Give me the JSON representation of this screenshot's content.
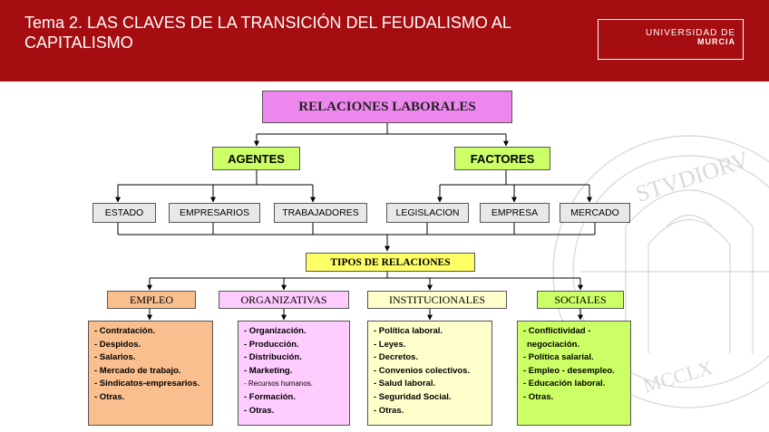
{
  "header": {
    "title_line1": "Tema 2. LAS CLAVES DE LA TRANSICIÓN DEL FEUDALISMO AL",
    "title_line2": "CAPITALISMO",
    "logo_line1": "UNIVERSIDAD DE",
    "logo_line2": "MURCIA"
  },
  "diagram": {
    "root": "RELACIONES LABORALES",
    "agentes": "AGENTES",
    "factores": "FACTORES",
    "agentes_items": [
      "ESTADO",
      "EMPRESARIOS",
      "TRABAJADORES"
    ],
    "factores_items": [
      "LEGISLACION",
      "EMPRESA",
      "MERCADO"
    ],
    "tipos": "TIPOS DE RELACIONES",
    "categories": [
      "EMPLEO",
      "ORGANIZATIVAS",
      "INSTITUCIONALES",
      "SOCIALES"
    ],
    "empleo_items": [
      "- Contratación.",
      "- Despidos.",
      "- Salarios.",
      "- Mercado de trabajo.",
      "- Sindicatos-empresarios.",
      "- Otras."
    ],
    "organizativas_items": [
      "- Organización.",
      "- Producción.",
      "- Distribución.",
      "- Marketing.",
      "- Recursos humanos.",
      "- Formación.",
      "- Otras."
    ],
    "institucionales_items": [
      "- Política laboral.",
      "- Leyes.",
      "- Decretos.",
      "- Convenios colectivos.",
      "- Salud laboral.",
      "- Seguridad Social.",
      "- Otras."
    ],
    "sociales_items": [
      "- Conflictividad -",
      "negociación.",
      "- Política salarial.",
      "- Empleo - desempleo.",
      "- Educación laboral.",
      "- Otras."
    ]
  },
  "colors": {
    "header_red": "#a50d10",
    "root_fill": "#ee88ee",
    "agent_factor_fill": "#ccff66",
    "tipos_fill": "#ffff66",
    "empleo_fill": "#f9bf8f",
    "organizativas_fill": "#ffccff",
    "institucionales_fill": "#ffffcc",
    "sociales_fill": "#ccff66",
    "item_fill": "#e8e8e8"
  }
}
